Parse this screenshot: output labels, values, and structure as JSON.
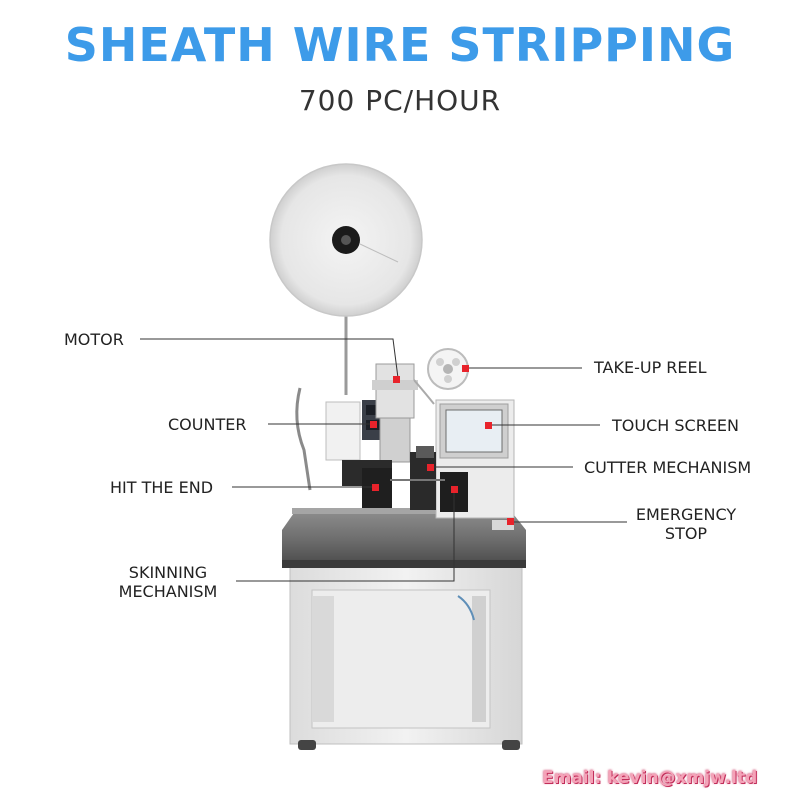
{
  "header": {
    "title": "SHEATH WIRE STRIPPING",
    "subtitle": "700 PC/HOUR"
  },
  "labels": {
    "motor": "MOTOR",
    "take_up_reel": "TAKE-UP REEL",
    "counter": "COUNTER",
    "touch_screen": "TOUCH SCREEN",
    "cutter_mechanism": "CUTTER MECHANISM",
    "hit_the_end": "HIT THE END",
    "emergency_stop_line1": "EMERGENCY",
    "emergency_stop_line2": "STOP",
    "skinning_mechanism_line1": "SKINNING",
    "skinning_mechanism_line2": "MECHANISM"
  },
  "footer": {
    "email": "Email: kevin@xmjw.ltd"
  },
  "colors": {
    "title": "#3d9be9",
    "marker": "#e8232b",
    "leader": "#333333",
    "email": "#f4a3b8"
  }
}
